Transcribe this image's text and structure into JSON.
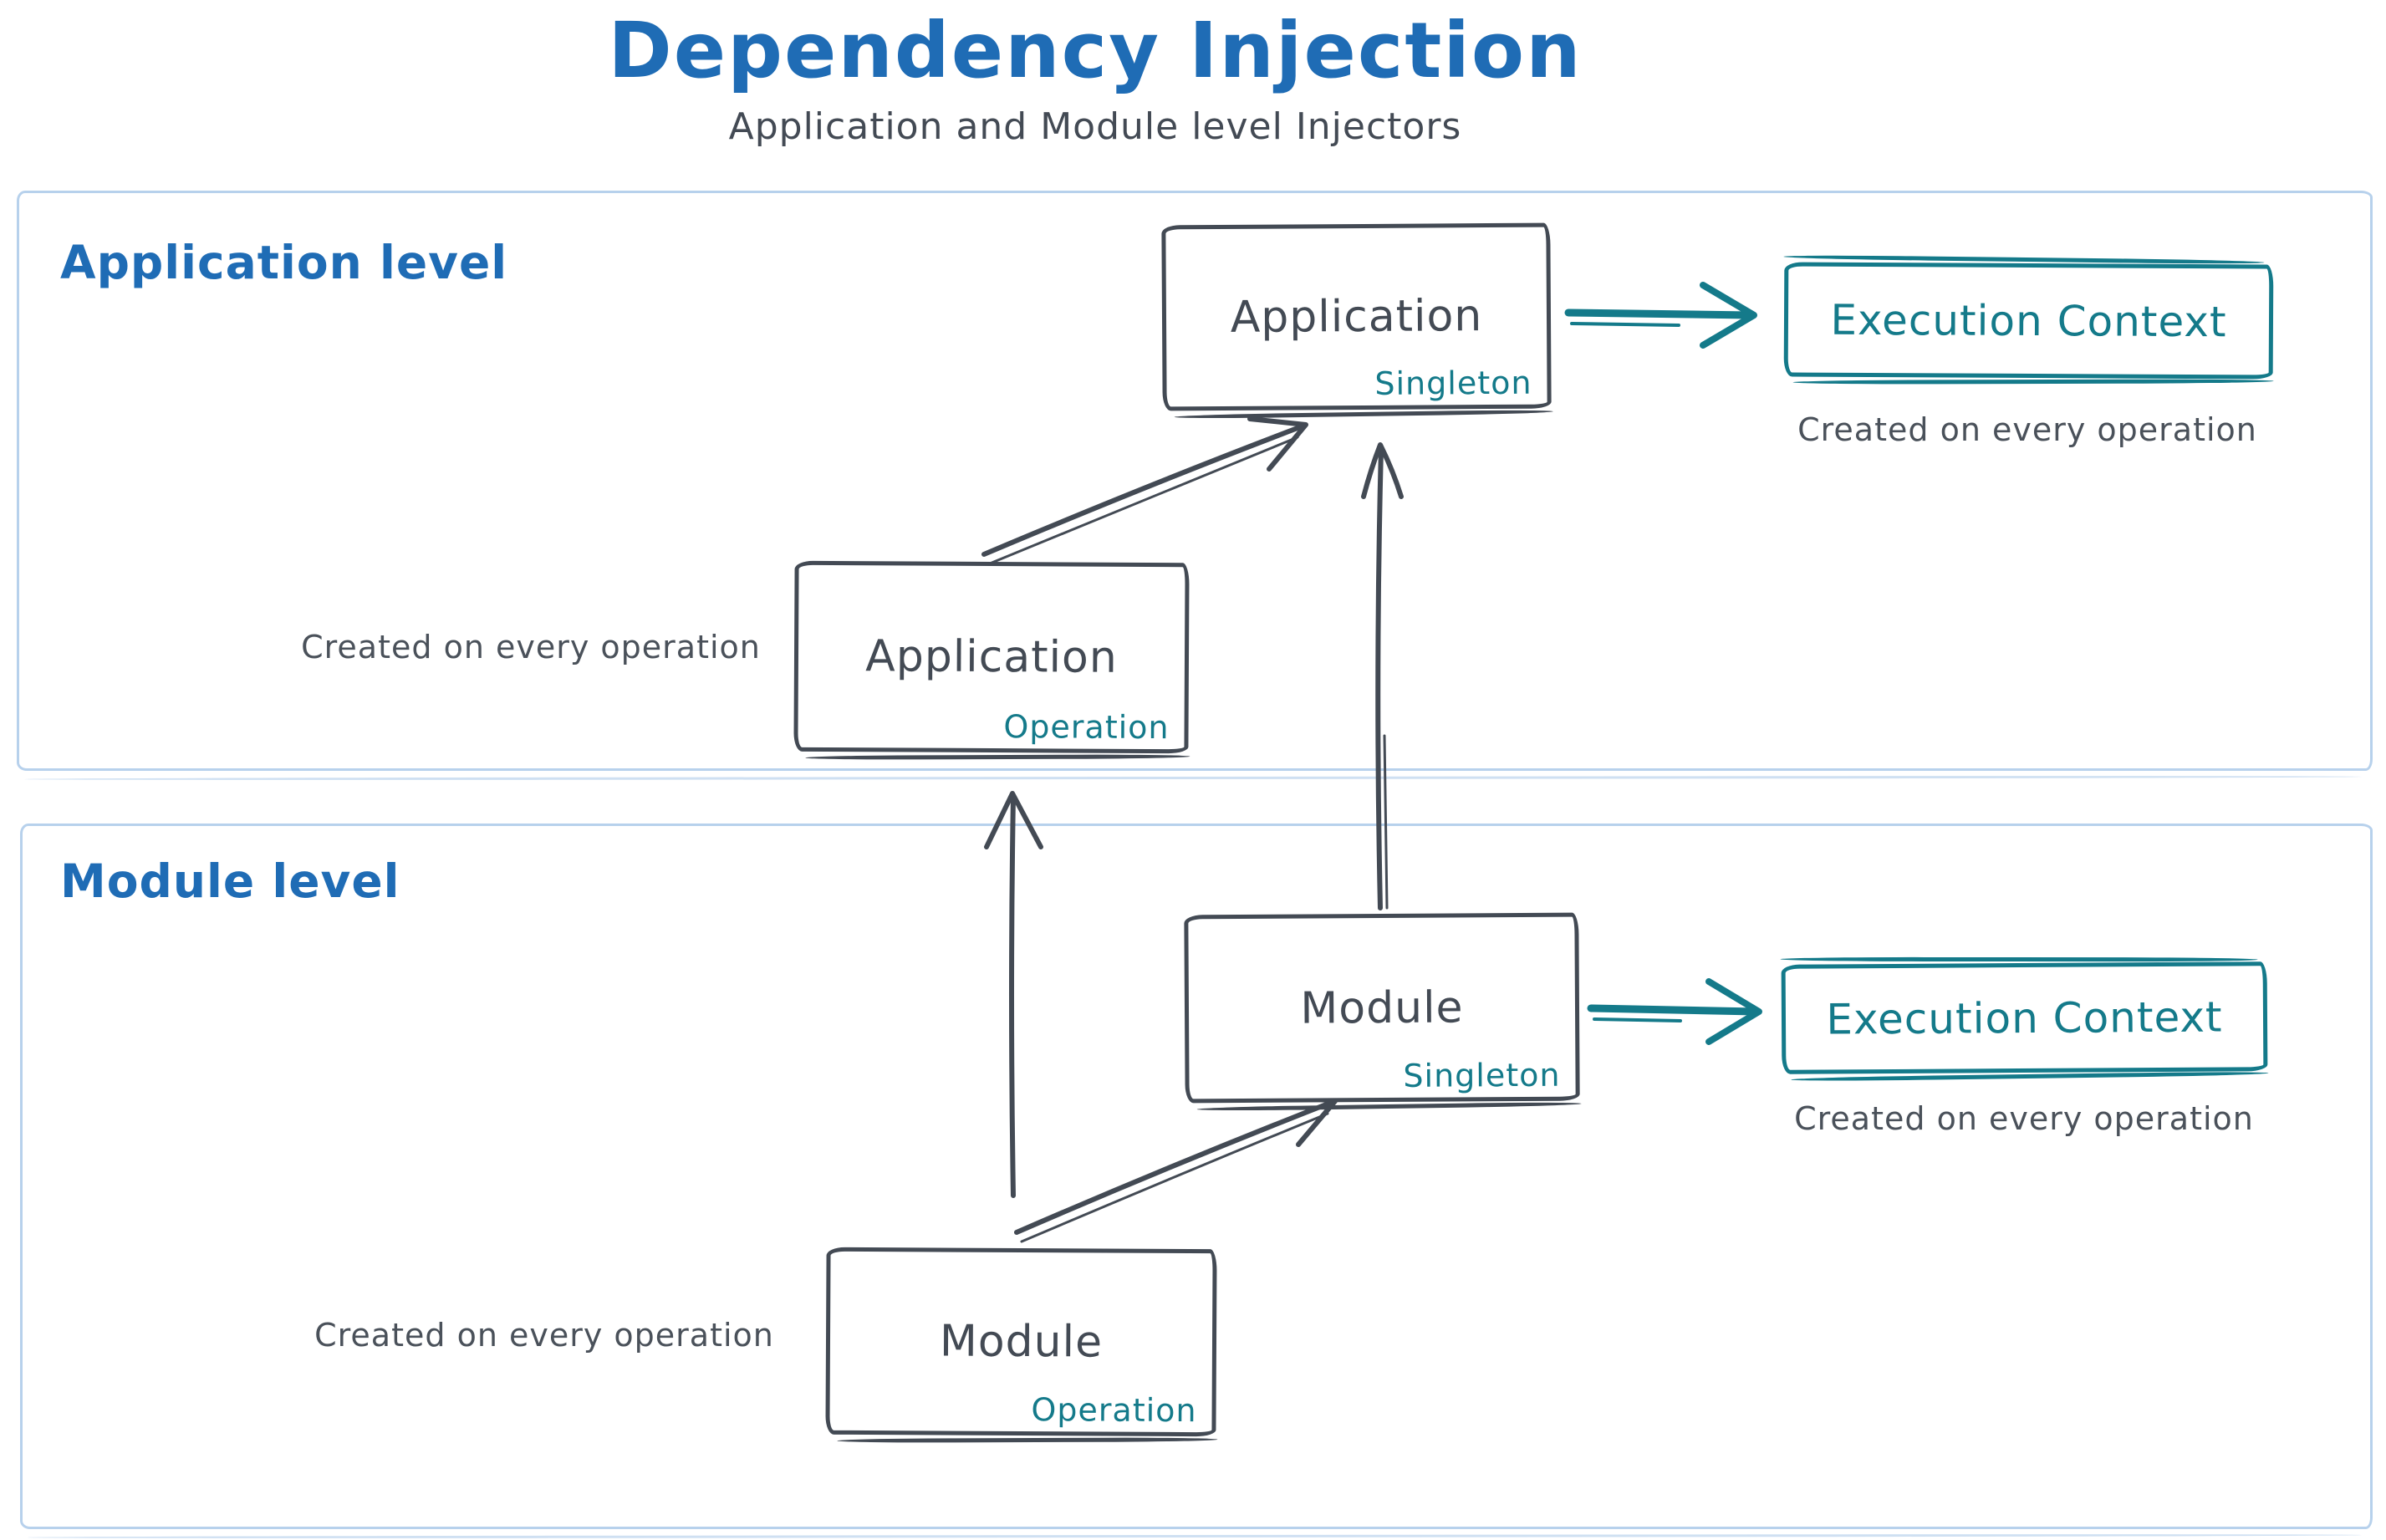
{
  "title": "Dependency Injection",
  "subtitle": "Application and Module level Injectors",
  "colors": {
    "title_blue": "#1f6cb5",
    "dark_stroke": "#434a54",
    "teal": "#147a8a",
    "container_border": "#b7d1ec",
    "background": "#ffffff"
  },
  "sections": {
    "application": {
      "label": "Application level"
    },
    "module": {
      "label": "Module level"
    }
  },
  "nodes": {
    "app_singleton": {
      "label": "Application",
      "sublabel": "Singleton"
    },
    "app_operation": {
      "label": "Application",
      "sublabel": "Operation"
    },
    "module_singleton": {
      "label": "Module",
      "sublabel": "Singleton"
    },
    "module_operation": {
      "label": "Module",
      "sublabel": "Operation"
    },
    "exec_context_app": {
      "label": "Execution Context"
    },
    "exec_context_module": {
      "label": "Execution Context"
    }
  },
  "captions": {
    "app_operation": "Created on every operation",
    "exec_context_app": "Created on every operation",
    "module_operation": "Created on every operation",
    "exec_context_module": "Created on every operation"
  }
}
